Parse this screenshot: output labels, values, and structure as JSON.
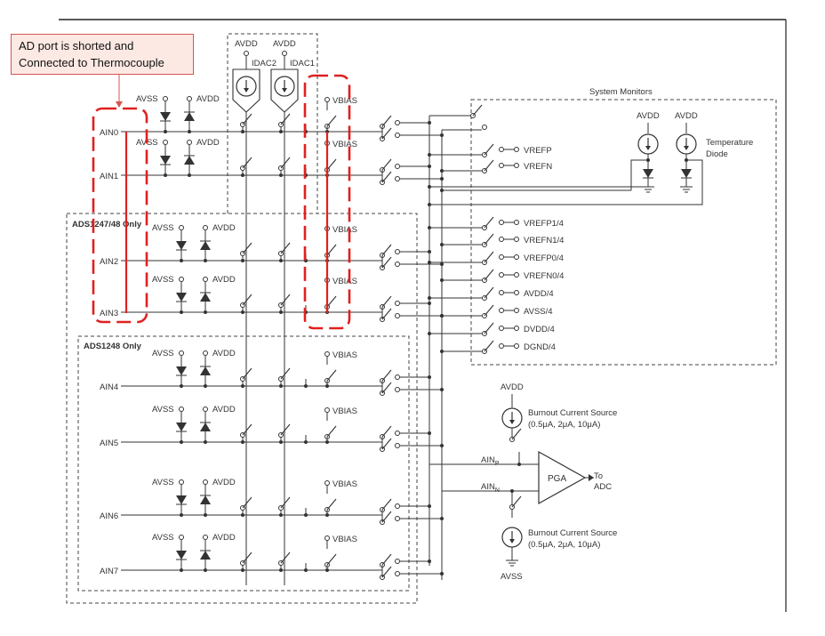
{
  "callout": {
    "line1": "AD port is shorted and",
    "line2": "Connected to Thermocouple"
  },
  "supply_top": {
    "avdd_left": "AVDD",
    "avdd_right": "AVDD",
    "idac2": "IDAC2",
    "idac1": "IDAC1"
  },
  "rows": [
    {
      "ain": "AIN0",
      "avss": "AVSS",
      "avdd": "AVDD",
      "vbias": "VBIAS"
    },
    {
      "ain": "AIN1",
      "avss": "AVSS",
      "avdd": "AVDD",
      "vbias": "VBIAS"
    },
    {
      "ain": "AIN2",
      "avss": "AVSS",
      "avdd": "AVDD",
      "vbias": "VBIAS"
    },
    {
      "ain": "AIN3",
      "avss": "AVSS",
      "avdd": "AVDD",
      "vbias": "VBIAS"
    },
    {
      "ain": "AIN4",
      "avss": "AVSS",
      "avdd": "AVDD",
      "vbias": "VBIAS"
    },
    {
      "ain": "AIN5",
      "avss": "AVSS",
      "avdd": "AVDD",
      "vbias": "VBIAS"
    },
    {
      "ain": "AIN6",
      "avss": "AVSS",
      "avdd": "AVDD",
      "vbias": "VBIAS"
    },
    {
      "ain": "AIN7",
      "avss": "AVSS",
      "avdd": "AVDD",
      "vbias": "VBIAS"
    }
  ],
  "regions": {
    "ads1247_48": "ADS1247/48 Only",
    "ads1248": "ADS1248 Only",
    "system_monitors": "System Monitors"
  },
  "monitors": [
    "VREFP",
    "VREFN",
    "VREFP1/4",
    "VREFN1/4",
    "VREFP0/4",
    "VREFN0/4",
    "AVDD/4",
    "AVSS/4",
    "DVDD/4",
    "DGND/4"
  ],
  "temp_sensor": {
    "avdd_left": "AVDD",
    "avdd_right": "AVDD",
    "label1": "Temperature",
    "label2": "Diode"
  },
  "pga": {
    "label": "PGA",
    "in_p_main": "AIN",
    "in_p_sub": "P",
    "in_n_main": "AIN",
    "in_n_sub": "N",
    "out1": "To",
    "out2": "ADC"
  },
  "burnout_top": {
    "supply": "AVDD",
    "line1": "Burnout Current Source",
    "line2": "(0.5μA, 2μA, 10μA)"
  },
  "burnout_bottom": {
    "supply": "AVSS",
    "line1": "Burnout Current Source",
    "line2": "(0.5μA, 2μA, 10μA)"
  },
  "colors": {
    "wire": "#333333",
    "highlight": "#e02020",
    "callout_border": "#d9534f",
    "callout_fill": "#fde9e4"
  }
}
